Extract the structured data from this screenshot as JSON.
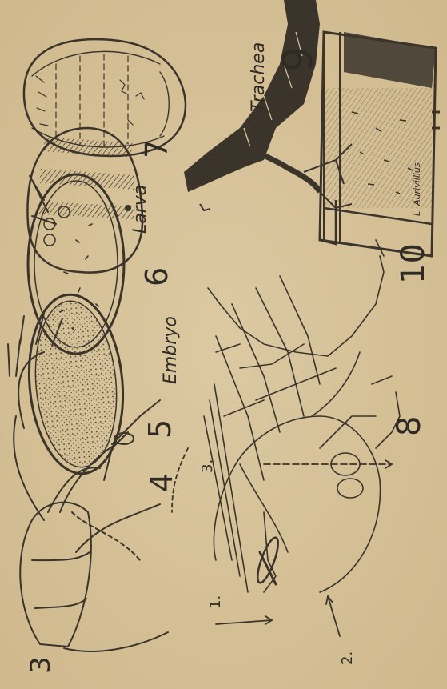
{
  "plate": {
    "figures": [
      {
        "id": "3",
        "number": "3",
        "subject": "adult-insect"
      },
      {
        "id": "4",
        "number": "4",
        "subject": "egg"
      },
      {
        "id": "5",
        "number": "5",
        "caption": "Embryo",
        "subject": "embryo-in-egg"
      },
      {
        "id": "6",
        "number": "6",
        "caption": "Larva",
        "subject": "larva"
      },
      {
        "id": "7",
        "number": "7",
        "subject": "late-larva"
      },
      {
        "id": "8",
        "number": "8",
        "subject": "anatomy-diagram"
      },
      {
        "id": "9",
        "number": "9",
        "caption": "Trachea",
        "subject": "trachea-branch"
      },
      {
        "id": "10",
        "number": "10",
        "subject": "rearing-box"
      }
    ],
    "arrow_labels": [
      "1.",
      "2.",
      "3."
    ],
    "signature": "L. Aurivillius"
  },
  "colors": {
    "paper": "#d9c59d",
    "ink": "#3a342b"
  }
}
